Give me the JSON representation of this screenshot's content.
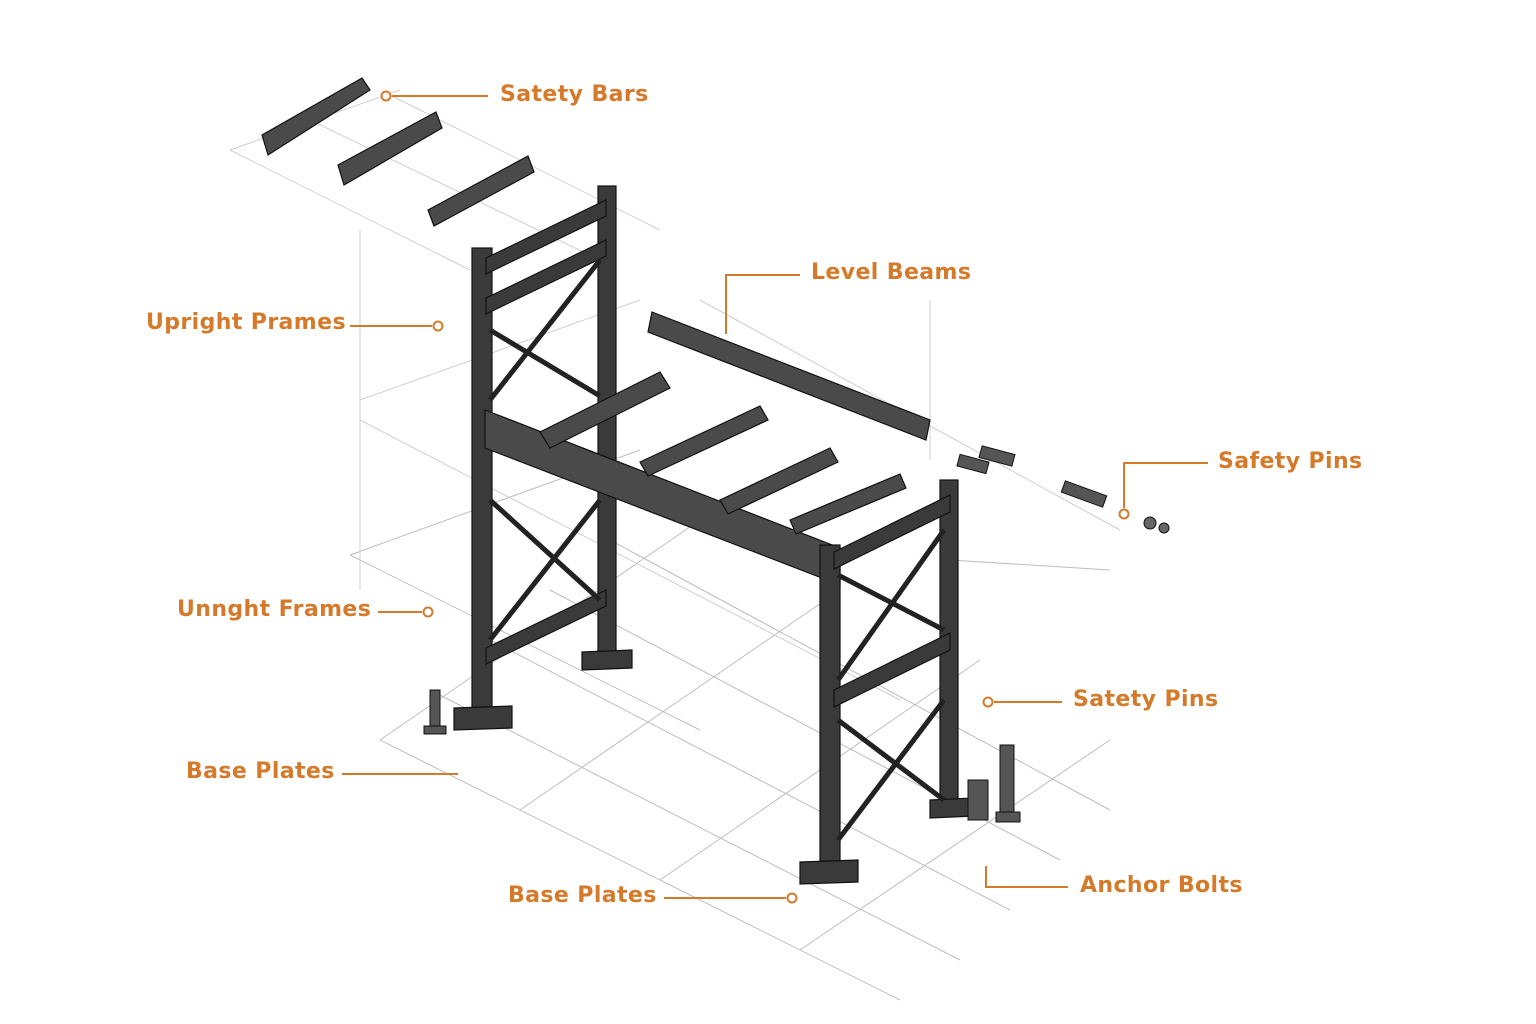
{
  "labels": {
    "safety_bars": "Satety Bars",
    "level_beams": "Level Beams",
    "upright_prames": "Upright Prames",
    "safety_pins_top": "Safety Pins",
    "unnght_frames": "Unnght Frames",
    "satety_pins": "Satety Pins",
    "base_plates_left": "Base Plates",
    "base_plates_bottom": "Base Plates",
    "anchor_bolts": "Anchor Bolts"
  },
  "colors": {
    "accent": "#d47a2a",
    "ink": "#222222",
    "background": "#ffffff"
  }
}
